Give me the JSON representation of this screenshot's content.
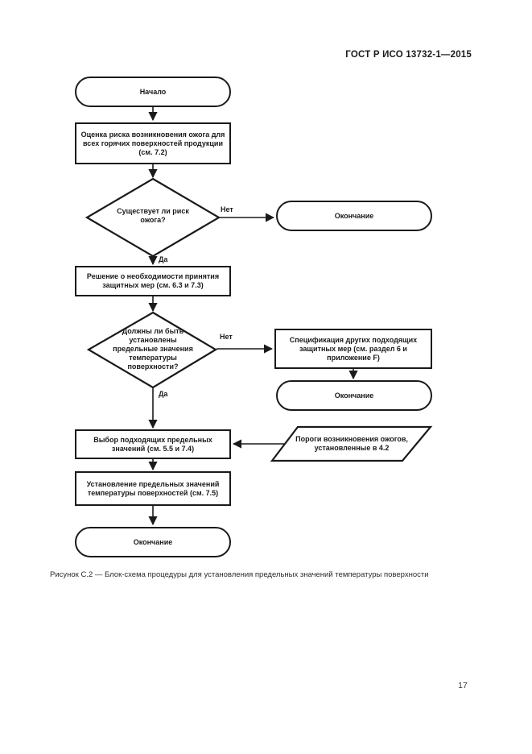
{
  "page": {
    "header_title": "ГОСТ Р ИСО 13732-1—2015",
    "caption": "Рисунок С.2 — Блок-схема процедуры для установления предельных значений температуры поверхности",
    "page_number": "17"
  },
  "flowchart": {
    "start_label": "Начало",
    "assess_step": "Оценка риска возникновения ожога для всех горячих поверхностей продукции (см. 7.2)",
    "risk_decision": "Существует ли риск ожога?",
    "risk_no_label": "Нет",
    "risk_yes_label": "Да",
    "end_top_label": "Окончание",
    "measures_step": "Решение о необходимости принятия защитных мер (см. 6.3 и 7.3)",
    "limits_decision": "Должны ли быть установлены предельные значения температуры поверхности?",
    "limits_no_label": "Нет",
    "limits_yes_label": "Да",
    "spec_step": "Спецификация других подходящих защитных мер (см. раздел 6 и приложение F)",
    "end_mid_label": "Окончание",
    "select_step": "Выбор подходящих предельных значений (см. 5.5 и 7.4)",
    "thresholds_input": "Пороги возникновения ожогов, установленные в 4.2",
    "establish_step": "Установление предельных значений температуры поверхностей (см. 7.5)",
    "end_bottom_label": "Окончание"
  },
  "colors": {
    "stroke": "#1a1a1a",
    "text": "#1a1a1a"
  }
}
